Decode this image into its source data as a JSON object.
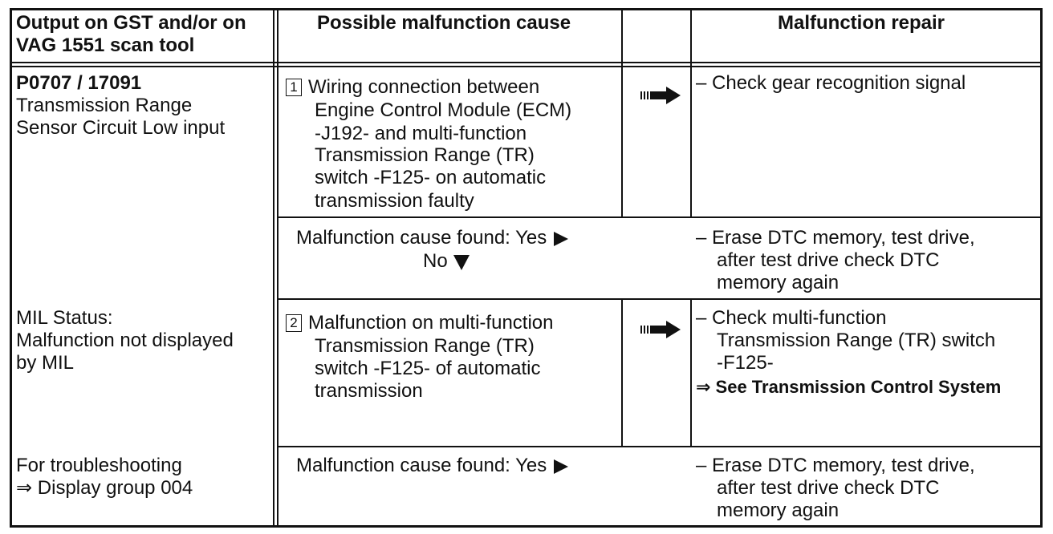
{
  "header": {
    "col1": [
      "Output on GST and/or on",
      "VAG 1551 scan tool"
    ],
    "col2": "Possible malfunction cause",
    "col4": "Malfunction repair"
  },
  "left": {
    "code": "P0707 / 17091",
    "desc": [
      "Transmission Range",
      "Sensor Circuit Low input"
    ],
    "mil": [
      "MIL Status:",
      "Malfunction not displayed",
      "by MIL"
    ],
    "trouble": [
      "For troubleshooting",
      "⇒ Display group 004"
    ]
  },
  "row1": {
    "num": "1",
    "cause": [
      "Wiring connection between",
      "Engine Control Module (ECM)",
      "-J192- and multi-function",
      "Transmission Range (TR)",
      "switch -F125- on automatic",
      "transmission faulty"
    ],
    "repair": "–  Check gear recognition signal"
  },
  "found1": {
    "yes": "Malfunction cause found: Yes",
    "no": "No",
    "repair": [
      "–  Erase DTC memory, test drive,",
      "after test drive check DTC",
      "memory again"
    ]
  },
  "row2": {
    "num": "2",
    "cause": [
      "Malfunction on multi-function",
      "Transmission Range (TR)",
      "switch -F125- of automatic",
      "transmission"
    ],
    "repair": [
      "–  Check multi-function",
      "Transmission Range (TR) switch",
      "-F125-"
    ],
    "see": "⇒ See Transmission Control System"
  },
  "found2": {
    "yes": "Malfunction cause found: Yes",
    "repair": [
      "–  Erase DTC memory, test drive,",
      "after test drive check DTC",
      "memory again"
    ]
  },
  "icons": {
    "arrow": "arrow-right-icon",
    "yes": "triangle-right-icon",
    "no": "triangle-down-icon",
    "color": "#111111"
  }
}
